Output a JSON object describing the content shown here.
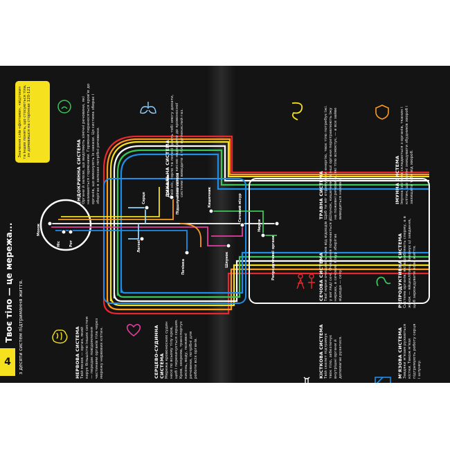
{
  "page": {
    "number": "4",
    "title": "Твоє тіло — це мережа...",
    "subtitle": "з десяти систем підтримання життя."
  },
  "callout": "Значення слів «філтами», «відтоки» та інших понять, що стосуються тіла, зн домовишся на сторінках 120-121",
  "systems": {
    "endocrine": {
      "title": "ЕНДОКРИННА СИСТЕМА",
      "text": "Органи й залози, що виділяють хімічні речовини, які називаються гормонами. Гормони переносяться кров'ю до органів, що виконують їх накази. Ця система збирає і зберігає в залозах потрібні речовини."
    },
    "respiratory": {
      "title": "ДИХАЛЬНА СИСТЕМА",
      "text": "Твій ніс, горло та легені дають тобі змогу дихати, дозволяючи кисню надходити до кровоносної системи і виводити з тіла вуглекислий газ."
    },
    "digestive": {
      "title": "ТРАВНА СИСТЕМА",
      "text": "Щоб ти міг отримувати енергію, твоє тіло потребує їжі. Шлунок, кишечник та інші органи перетравлюють їжу на поживні речовини, які тіло всмоктує, — а все зайве виводиться назовні."
    },
    "immune": {
      "title": "ІМУННА СИСТЕМА",
      "text": "Імунна система складається з органів, тканин і клітин, що здатні знищувати збудників хвороб і захищати тебе від хвороб."
    },
    "nervous": {
      "title": "НЕРВОВА СИСТЕМА",
      "text": "Твій мозок — орган, який керує більшістю інших систем — передає повідомлення частинами органів тіла через мережу нервових клітин."
    },
    "cardio": {
      "title": "СЕРЦЕВО-СУДИННА СИСТЕМА",
      "text": "Мережа кровоносних судин несе по всьому тілу кров, щоб і перекачується серцем. Кров, зокрема, транспортує кисень, воду, поживні речовини, потрібні для роботи всіх органів."
    },
    "urinary": {
      "title": "СЕЧОВА СИСТЕМА",
      "text": "Твої нирки очищають кров від відходів у вигляді сечі. Очищення починається у нирках, а сечовий міхур зберігає відходи — сечу."
    },
    "skeletal": {
      "title": "КІСТКОВА СИСТЕМА",
      "text": "Твій скелет підтримує твоє тіло, забезпечує внутрішні органи й допомагає рухатися."
    },
    "reproductive": {
      "title": "РЕПРОДУКТИВНА СИСТЕМА",
      "text": "Система органів, які виробляють сперму, а в жінок — яйцеклітини. Виконує ці завдання, щоб зарождувати нове життя."
    },
    "muscular": {
      "title": "М'ЯЗОВА СИСТЕМА",
      "text": "Завдяки м'язам рухаються кістки. Також м'язи підтримують роботу серця і шлунку."
    }
  },
  "labels": {
    "brain": "Мозок",
    "nose": "Ніс",
    "mouth": "Рот",
    "liver": "Печінка",
    "lungs": "Легені",
    "heart": "Серце",
    "spleen": "Селезінка",
    "gallbladder": "Підшлункова залоза",
    "intestine": "Кишечник",
    "stomach": "Шлунок",
    "kidneys": "Нирки",
    "bladder": "Сечовий міхур",
    "reproductive_organs": "Репродуктивні органи"
  },
  "colors": {
    "accent": "#f5e11e",
    "background": "#141414",
    "lines": [
      "#f5e11e",
      "#ffffff",
      "#3cc65a",
      "#1e8ee8",
      "#e8282e",
      "#ff9a1e",
      "#e63da0",
      "#8fd3ff"
    ]
  }
}
